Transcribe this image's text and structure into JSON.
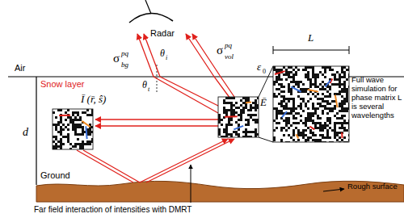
{
  "diagram": {
    "labels": [
      "Radar",
      "σ",
      "pq",
      "bg",
      "θ",
      "i",
      "σ",
      "pq",
      "vol",
      "Air",
      "ε",
      "0",
      "Snow layer",
      "θ",
      "t",
      "Ī (r̄, ŝ)",
      "Ē",
      "d",
      "L",
      "Full wave simulation for phase matrix L is several wavelengths",
      "Ground",
      "Rough surface",
      "Far field interaction of intensities with DMRT"
    ]
  }
}
